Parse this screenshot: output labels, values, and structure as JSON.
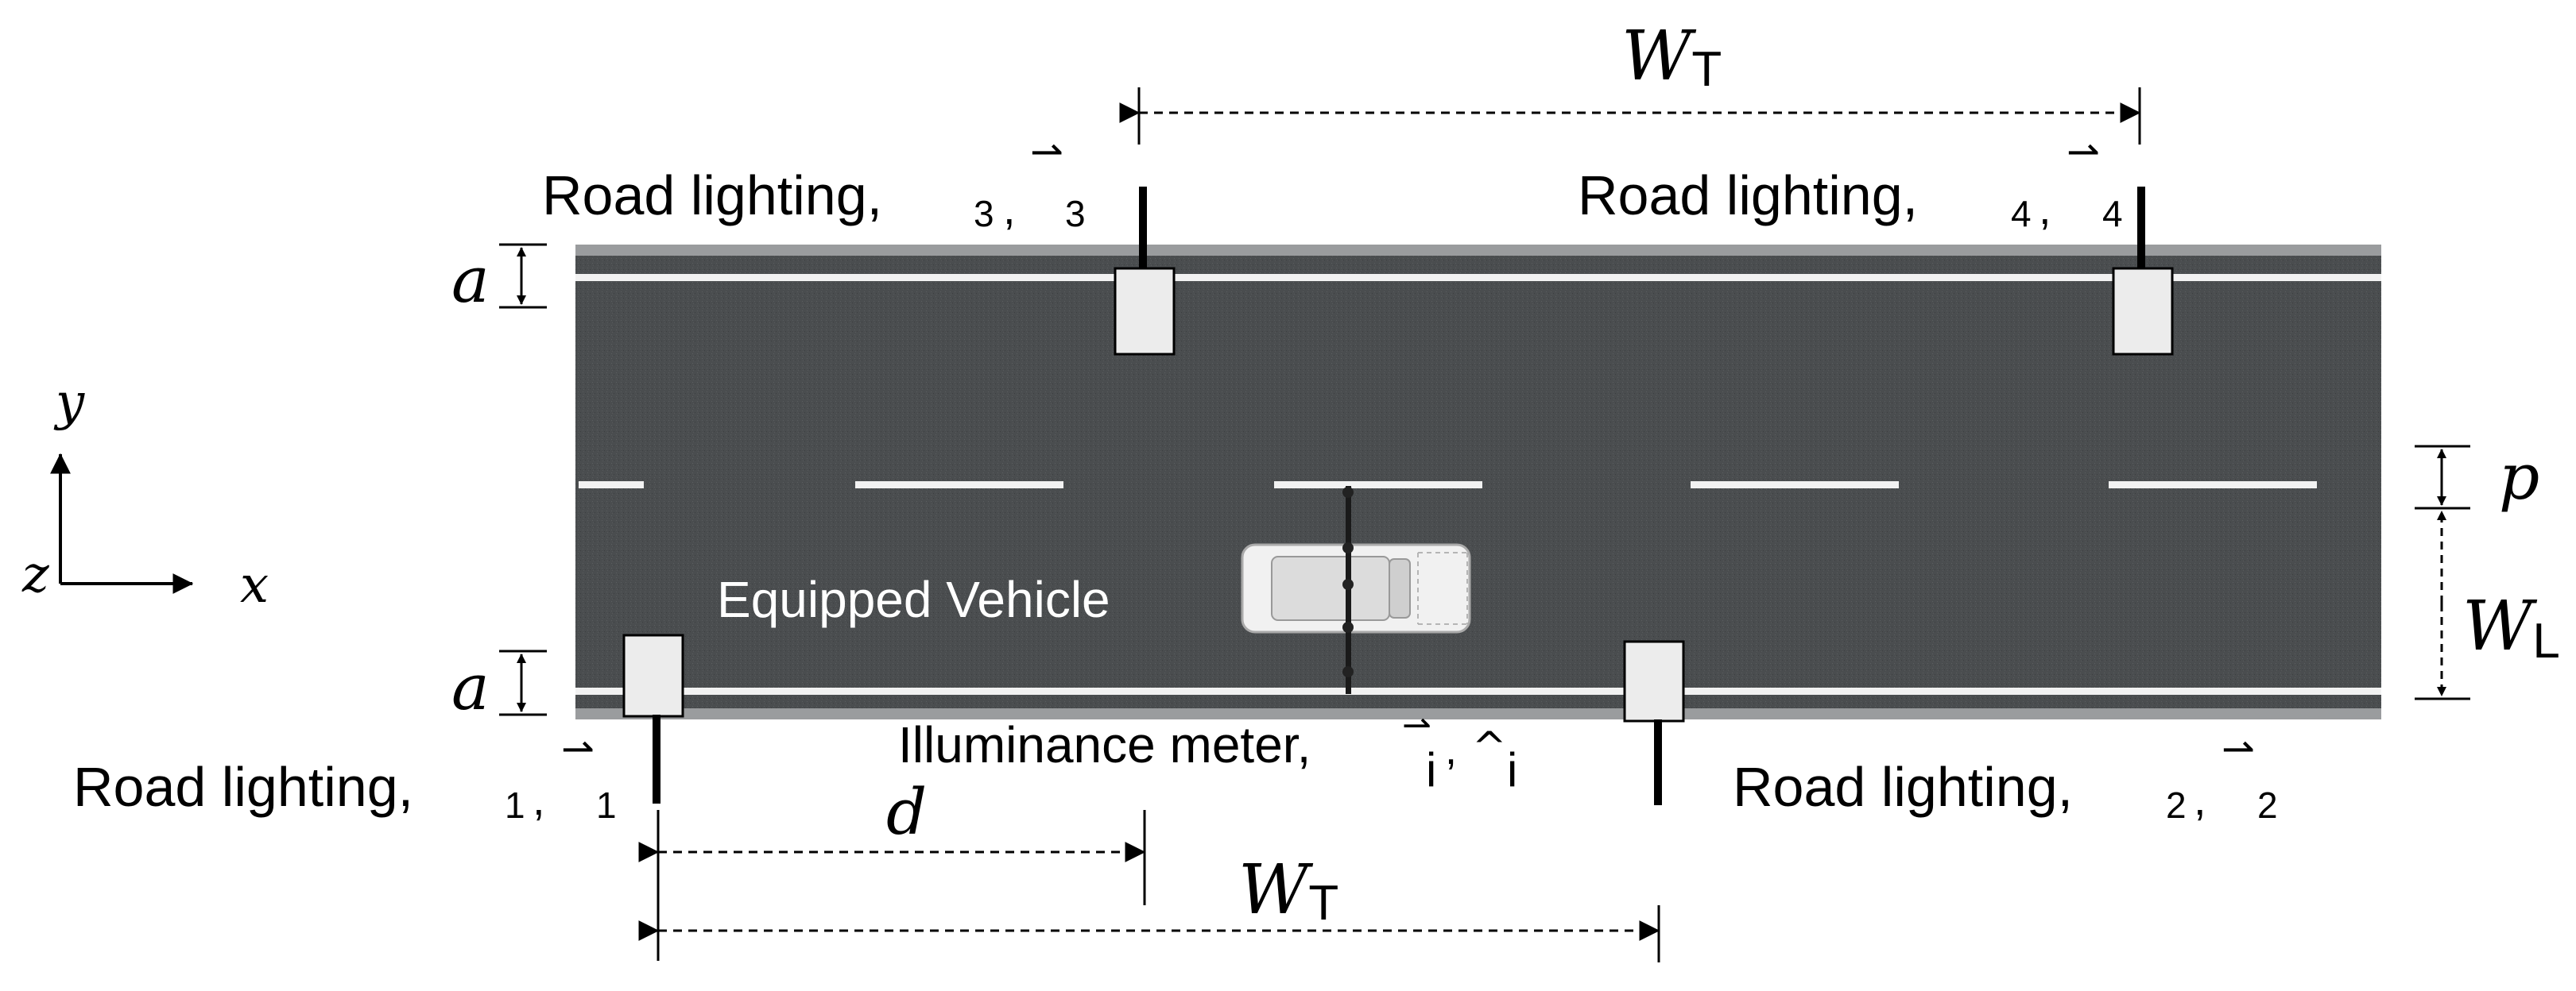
{
  "labels": {
    "road_lighting": "Road lighting,",
    "equipped_vehicle": "Equipped Vehicle",
    "illuminance_meter": "Illuminance meter,",
    "lamp_index_1": "1",
    "lamp_index_2": "2",
    "lamp_index_3": "3",
    "lamp_index_4": "4",
    "meter_index": "i",
    "vector_mark": "⇀",
    "hat_mark": "^",
    "list_comma": ","
  },
  "dimensions": {
    "a": "a",
    "d": "d",
    "p": "p",
    "w": "W",
    "t": "T",
    "l": "L"
  },
  "axes": {
    "x": "x",
    "y": "y",
    "z": "z"
  },
  "colors": {
    "asphalt": "#4a4d4f",
    "road_edge": "#9a9c9e",
    "marking": "#f2f2f2",
    "luminaire": "#ececec",
    "ink": "#000000"
  }
}
